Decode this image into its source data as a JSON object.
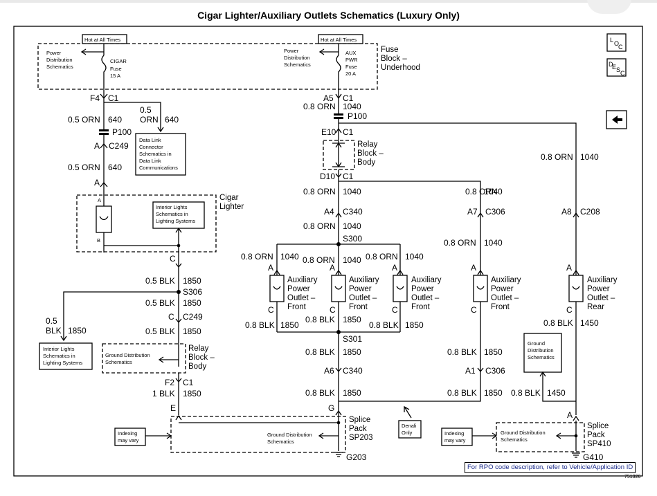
{
  "title": "Cigar Lighter/Auxiliary Outlets Schematics (Luxury Only)",
  "nav": {
    "loc": "LOC",
    "desc": "DESC",
    "back_arrow": "arrow-left"
  },
  "labels": {
    "hot": "Hot at All Times",
    "power_dist_1": "Power",
    "power_dist_2": "Distribution",
    "power_dist_3": "Schematics",
    "cigar_fuse_1": "CIGAR",
    "cigar_fuse_2": "Fuse",
    "cigar_fuse_3": "15 A",
    "aux_fuse_1": "AUX",
    "aux_fuse_2": "PWR",
    "aux_fuse_3": "Fuse",
    "aux_fuse_4": "20 A",
    "fuse_block_1": "Fuse",
    "fuse_block_2": "Block –",
    "fuse_block_3": "Underhood",
    "relay_body_1": "Relay",
    "relay_body_2": "Block –",
    "relay_body_3": "Body",
    "cigar_1": "Cigar",
    "cigar_2": "Lighter",
    "dlc_1": "Data Link",
    "dlc_2": "Connector",
    "dlc_3": "Schematics in",
    "dlc_4": "Data Link",
    "dlc_5": "Communications",
    "int_1": "Interior Lights",
    "int_2": "Schematics in",
    "int_3": "Lighting Systems",
    "gnd_1": "Ground Distribution",
    "gnd_2": "Schematics",
    "gnd_box_1": "Ground",
    "gnd_box_2": "Distribution",
    "gnd_box_3": "Schematics",
    "apo_1": "Auxiliary",
    "apo_2": "Power",
    "apo_3": "Outlet –",
    "front": "Front",
    "rear": "Rear",
    "splice": "Splice",
    "pack": "Pack",
    "sp203": "SP203",
    "sp410": "SP410",
    "indexing_1": "Indexing",
    "indexing_2": "may vary",
    "denali_1": "Denali",
    "denali_2": "Only",
    "g203": "G203",
    "g410": "G410"
  },
  "wires": {
    "orn_05": "0.5 ORN",
    "orn_05_a": "0.5",
    "orn_05_b": "ORN",
    "orn_08": "0.8 ORN",
    "blk_05": "0.5 BLK",
    "blk_05_a": "0.5",
    "blk_05_b": "BLK",
    "blk_08": "0.8 BLK",
    "blk_1": "1 BLK",
    "c640": "640",
    "c1040": "1040",
    "c1850": "1850",
    "c1450": "1450"
  },
  "connectors": {
    "f4": "F4",
    "c1": "C1",
    "a5": "A5",
    "p100": "P100",
    "c249": "C249",
    "e10": "E10",
    "d10": "D10",
    "a4": "A4",
    "c340": "C340",
    "a7": "A7",
    "c306": "C306",
    "a8": "A8",
    "c208": "C208",
    "s300": "S300",
    "s301": "S301",
    "s306": "S306",
    "a6": "A6",
    "a1": "A1",
    "f2": "F2",
    "a": "A",
    "b": "B",
    "c": "C",
    "e": "E",
    "g": "G"
  },
  "footer": {
    "note": "For RPO code description, refer to Vehicle/Application ID",
    "fig": "751326"
  }
}
